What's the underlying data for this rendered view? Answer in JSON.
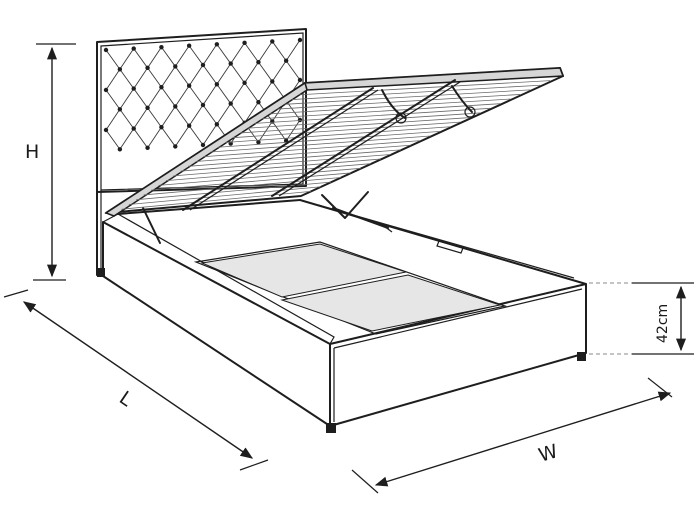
{
  "diagram": {
    "labels": {
      "height": "H",
      "length": "L",
      "width": "W",
      "side_height": "42cm"
    },
    "colors": {
      "line": "#1e1e1e",
      "panel": "#e6e6e6",
      "background": "#ffffff"
    }
  }
}
